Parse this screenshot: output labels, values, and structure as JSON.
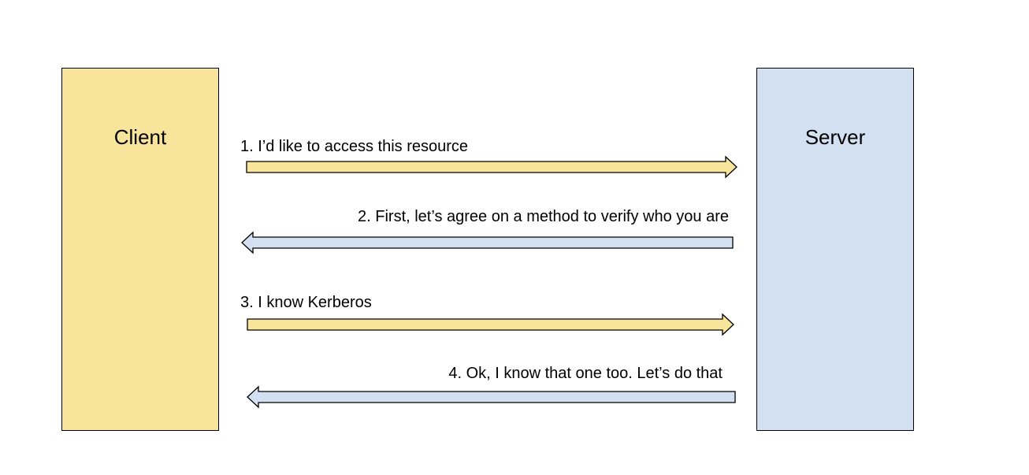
{
  "colors": {
    "client_fill": "#f9e49b",
    "server_fill": "#d3e0f1",
    "request_arrow_fill": "#f9e49b",
    "response_arrow_fill": "#d3e0f1",
    "stroke": "#000000"
  },
  "participants": {
    "client": {
      "label": "Client"
    },
    "server": {
      "label": "Server"
    }
  },
  "messages": [
    {
      "text": "1. I’d like to access this resource",
      "direction": "client-to-server"
    },
    {
      "text": "2. First, let’s agree on a method to verify who you are",
      "direction": "server-to-client"
    },
    {
      "text": "3. I know Kerberos",
      "direction": "client-to-server"
    },
    {
      "text": "4. Ok, I know that one too. Let’s do that",
      "direction": "server-to-client"
    }
  ]
}
